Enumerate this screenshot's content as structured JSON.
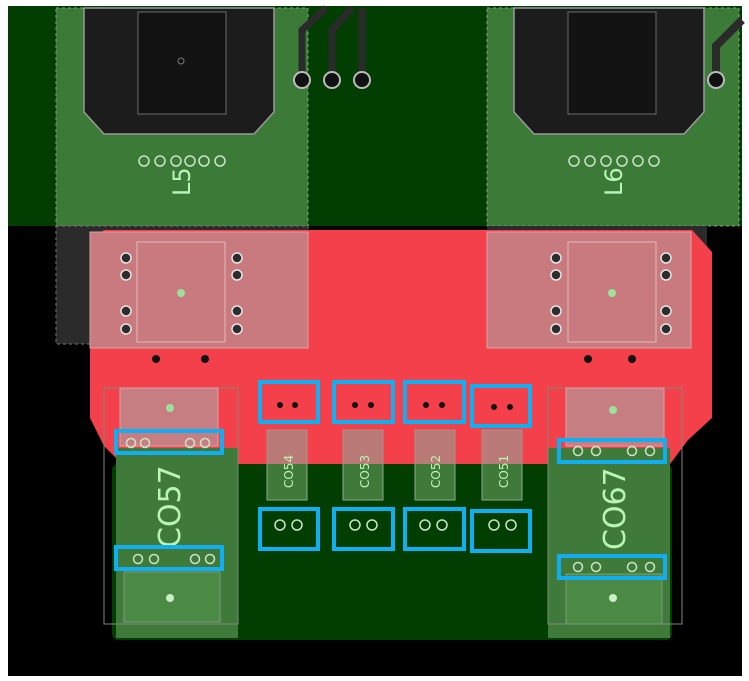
{
  "designators": {
    "inductor_left": "L5",
    "inductor_right": "L6",
    "cap_large_left": "CO57",
    "cap_large_right": "CO67",
    "cap_small_1": "CO54",
    "cap_small_2": "CO53",
    "cap_small_3": "CO52",
    "cap_small_4": "CO51"
  },
  "colors": {
    "background": "#000000",
    "copper_dark": "#023e02",
    "pad_green": "#3f7a3a",
    "copper_red": "#f3404a",
    "overlay_pink": "#c87a7e",
    "highlight_blue": "#12aef2",
    "silkscreen": "#b9f5b6",
    "body_dark": "#1e1e1e"
  },
  "highlight_count": 12
}
